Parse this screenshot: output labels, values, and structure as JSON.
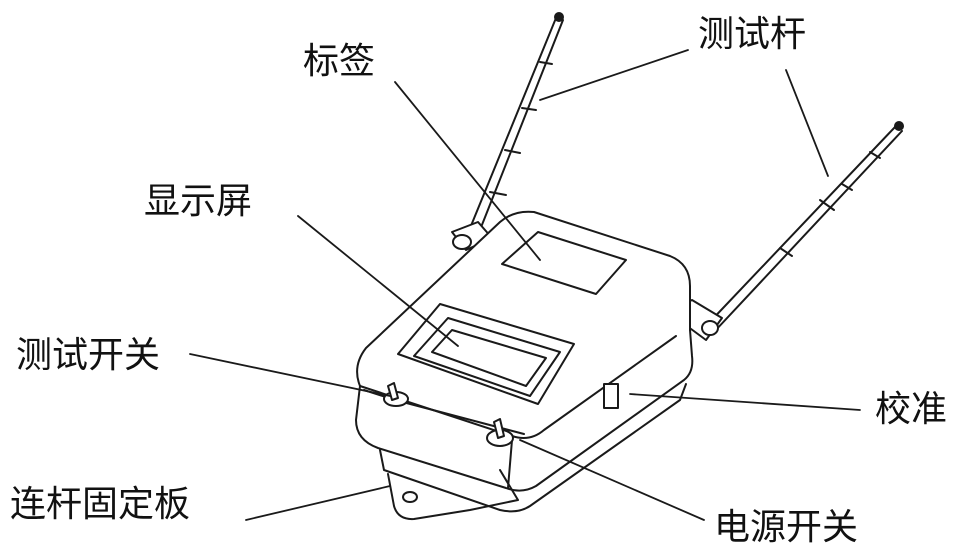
{
  "labels": {
    "label": "标签",
    "test_rod": "测试杆",
    "display_screen": "显示屏",
    "test_switch": "测试开关",
    "calibration": "校准",
    "link_plate": "连杆固定板",
    "power_switch": "电源开关"
  },
  "colors": {
    "line": "#1a1a1a",
    "background": "#ffffff"
  }
}
